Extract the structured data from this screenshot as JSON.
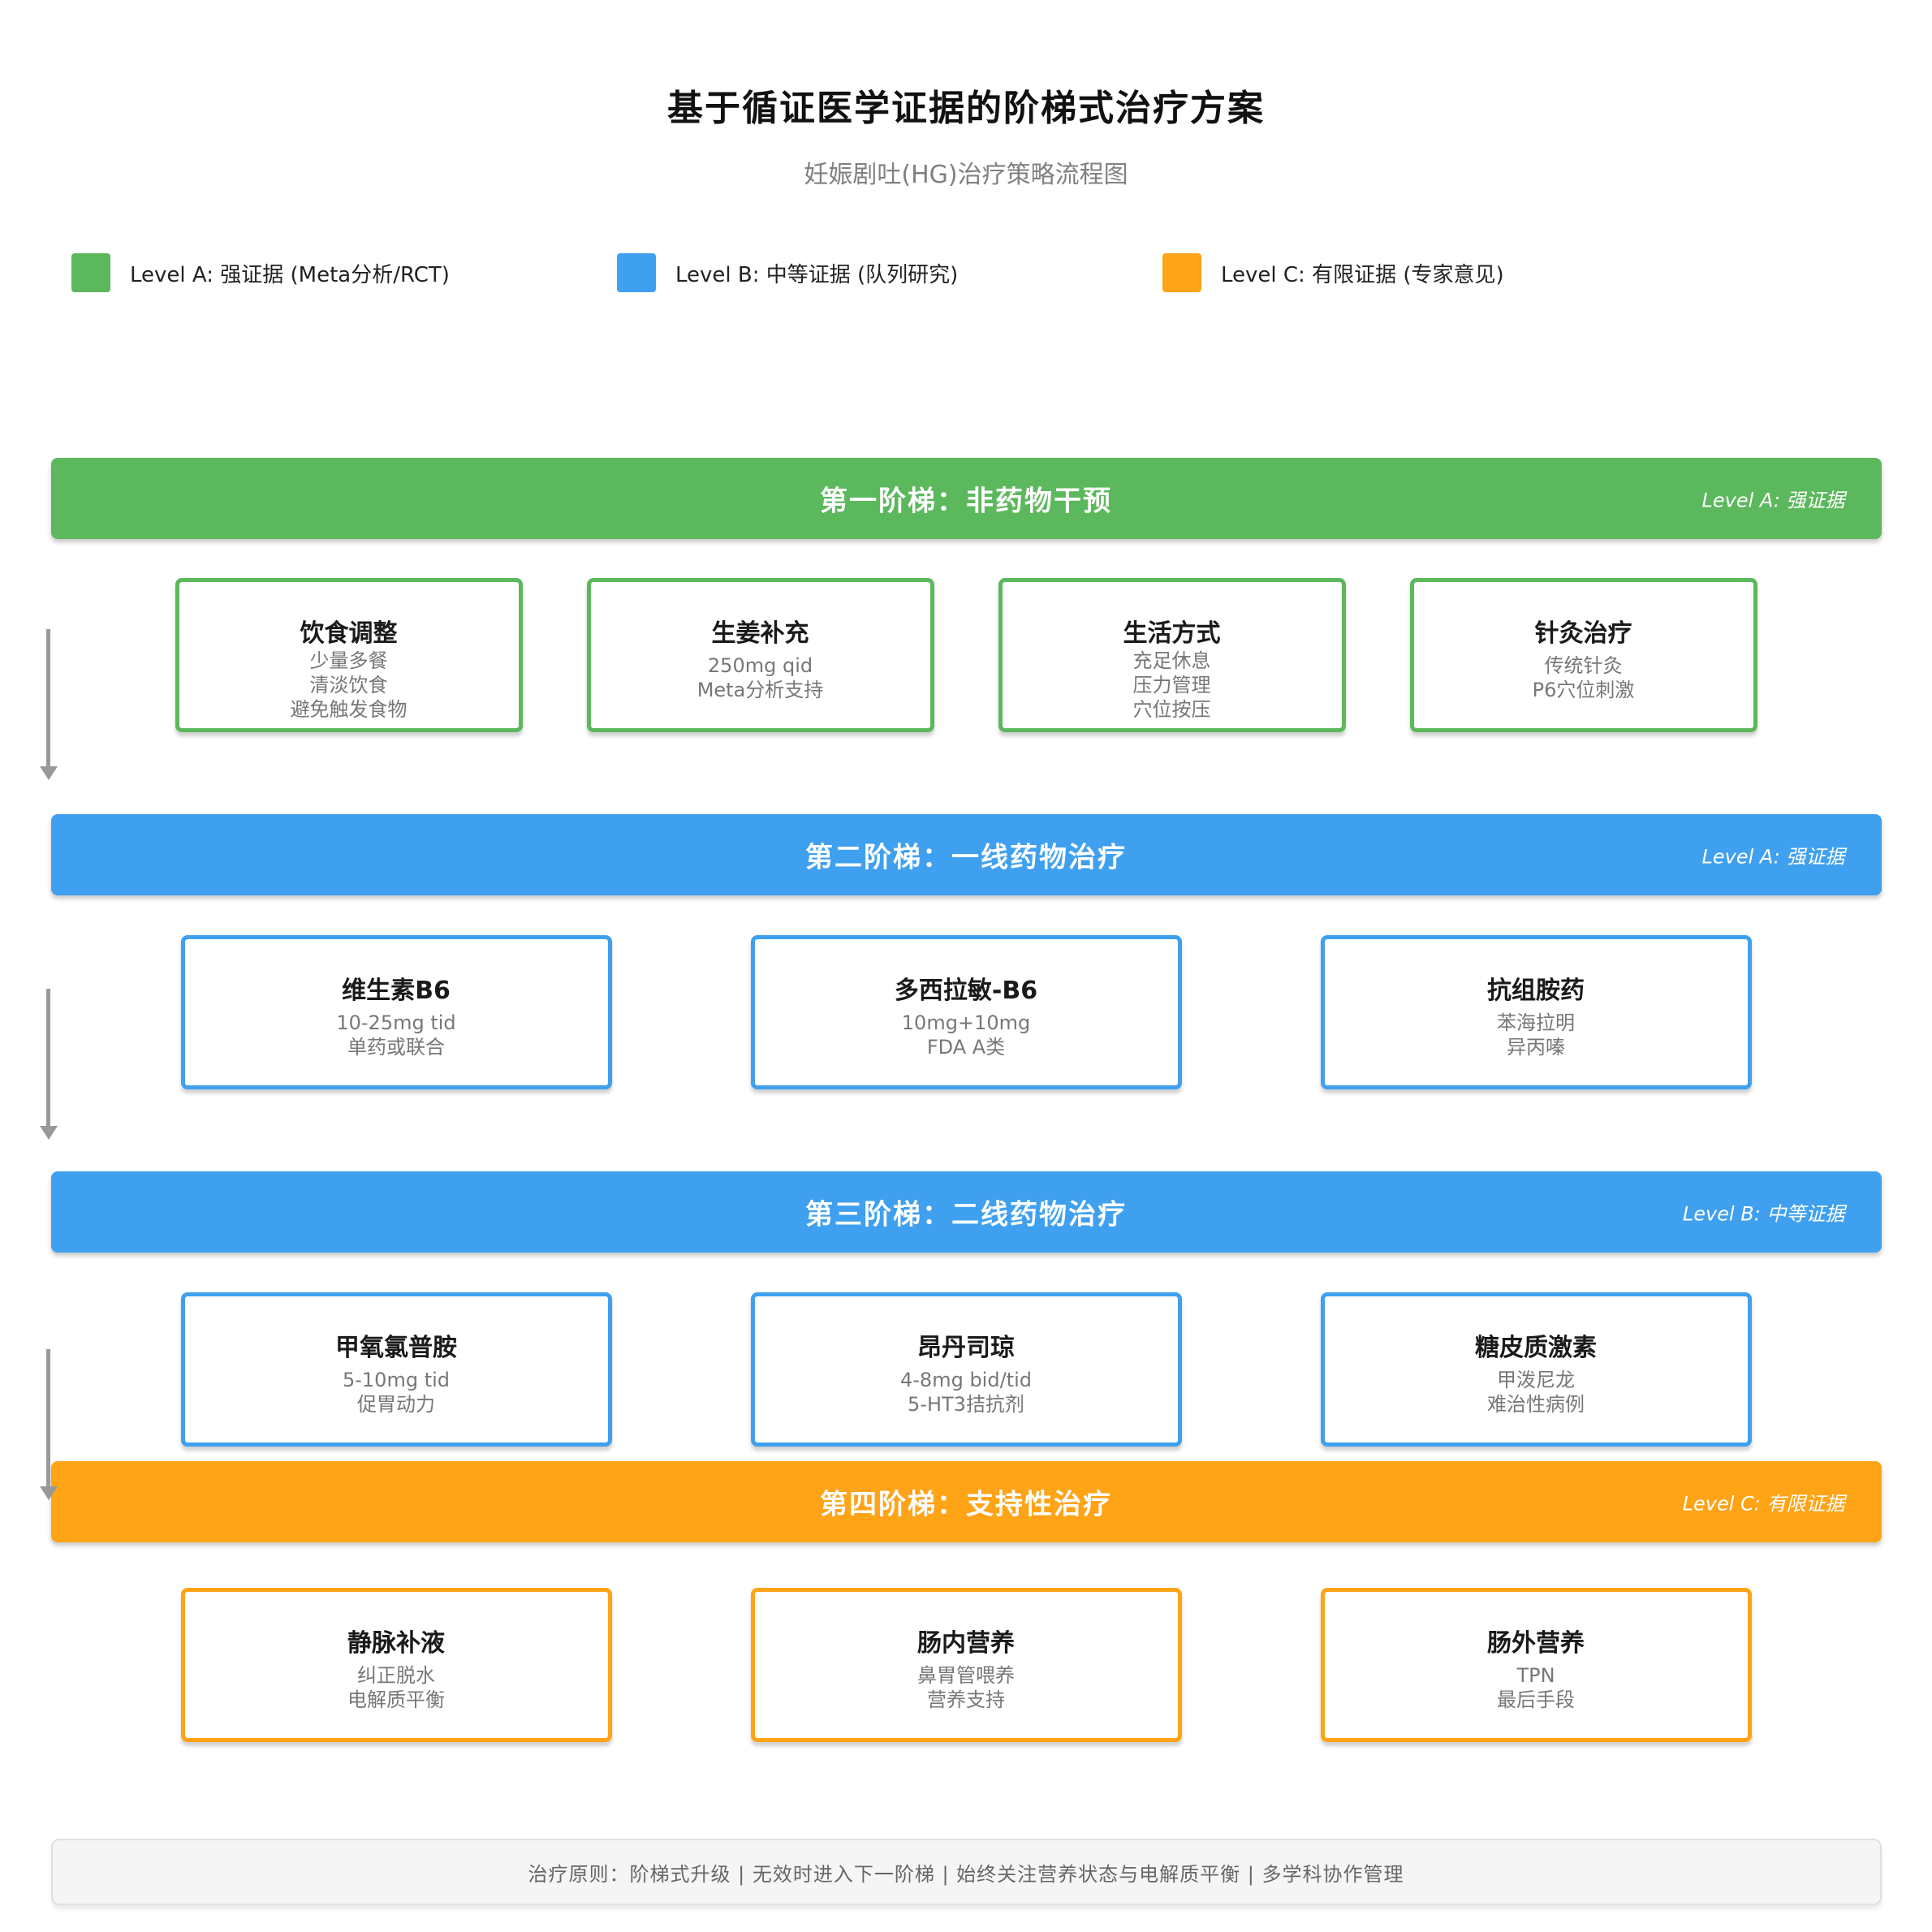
{
  "header": {
    "title": "基于循证医学证据的阶梯式治疗方案",
    "subtitle": "妊娠剧吐(HG)治疗策略流程图"
  },
  "legend": {
    "items": [
      {
        "label": "Level A: 强证据 (Meta分析/RCT)",
        "color": "#5cb85c"
      },
      {
        "label": "Level B: 中等证据 (队列研究)",
        "color": "#3fa0f0"
      },
      {
        "label": "Level C: 有限证据 (专家意见)",
        "color": "#ffa317"
      }
    ]
  },
  "colors": {
    "level_a_green": "#5cb85c",
    "level_b_blue": "#3fa0f0",
    "level_c_orange": "#ffa317",
    "arrow_gray": "#999999"
  },
  "tiers": [
    {
      "bar_title": "第一阶梯：非药物干预",
      "badge": "Level A: 强证据",
      "color": "#5cb85c",
      "columns": 4,
      "boxes": [
        {
          "title": "饮食调整",
          "lines": [
            "少量多餐",
            "清淡饮食",
            "避免触发食物"
          ]
        },
        {
          "title": "生姜补充",
          "lines": [
            "250mg qid",
            "Meta分析支持"
          ]
        },
        {
          "title": "生活方式",
          "lines": [
            "充足休息",
            "压力管理",
            "穴位按压"
          ]
        },
        {
          "title": "针灸治疗",
          "lines": [
            "传统针灸",
            "P6穴位刺激"
          ]
        }
      ]
    },
    {
      "bar_title": "第二阶梯：一线药物治疗",
      "badge": "Level A: 强证据",
      "color": "#3fa0f0",
      "columns": 3,
      "boxes": [
        {
          "title": "维生素B6",
          "lines": [
            "10-25mg tid",
            "单药或联合"
          ]
        },
        {
          "title": "多西拉敏-B6",
          "lines": [
            "10mg+10mg",
            "FDA A类"
          ]
        },
        {
          "title": "抗组胺药",
          "lines": [
            "苯海拉明",
            "异丙嗪"
          ]
        }
      ]
    },
    {
      "bar_title": "第三阶梯：二线药物治疗",
      "badge": "Level B: 中等证据",
      "color": "#3fa0f0",
      "columns": 3,
      "boxes": [
        {
          "title": "甲氧氯普胺",
          "lines": [
            "5-10mg tid",
            "促胃动力"
          ]
        },
        {
          "title": "昂丹司琼",
          "lines": [
            "4-8mg bid/tid",
            "5-HT3拮抗剂"
          ]
        },
        {
          "title": "糖皮质激素",
          "lines": [
            "甲泼尼龙",
            "难治性病例"
          ]
        }
      ]
    },
    {
      "bar_title": "第四阶梯：支持性治疗",
      "badge": "Level C: 有限证据",
      "color": "#ffa317",
      "columns": 3,
      "boxes": [
        {
          "title": "静脉补液",
          "lines": [
            "纠正脱水",
            "电解质平衡"
          ]
        },
        {
          "title": "肠内营养",
          "lines": [
            "鼻胃管喂养",
            "营养支持"
          ]
        },
        {
          "title": "肠外营养",
          "lines": [
            "TPN",
            "最后手段"
          ]
        }
      ]
    }
  ],
  "footer": {
    "text": "治疗原则：阶梯式升级 | 无效时进入下一阶梯 | 始终关注营养状态与电解质平衡 | 多学科协作管理"
  }
}
